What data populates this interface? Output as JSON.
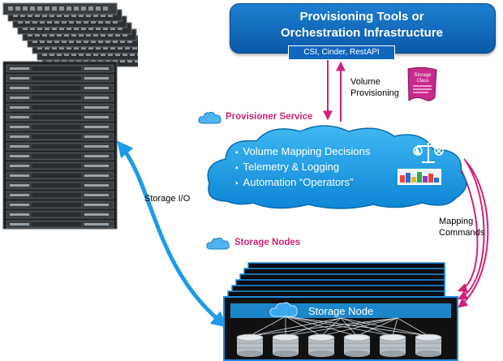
{
  "provisioning": {
    "title_line1": "Provisioning Tools or",
    "title_line2": "Orchestration Infrastructure",
    "subtitle": "CSI, Cinder, RestAPI"
  },
  "volume_provisioning": {
    "line1": "Volume",
    "line2": "Provisioning"
  },
  "storage_class": {
    "line1": "Storage",
    "line2": "Class"
  },
  "provisioner_service": {
    "label": "Provisioner Service"
  },
  "cloud_items": [
    "Volume Mapping Decisions",
    "Telemetry & Logging",
    "Automation “Operators”"
  ],
  "storage_io": {
    "label": "Storage I/O"
  },
  "mapping_commands": {
    "line1": "Mapping",
    "line2": "Commands"
  },
  "storage_nodes": {
    "label": "Storage Nodes"
  },
  "storage_node": {
    "label": "Storage Node"
  },
  "colors": {
    "blue": "#0b5aa8",
    "magenta": "#d0217a",
    "cloud": "#1aa0e8",
    "arrow_blue": "#1e9be6"
  }
}
